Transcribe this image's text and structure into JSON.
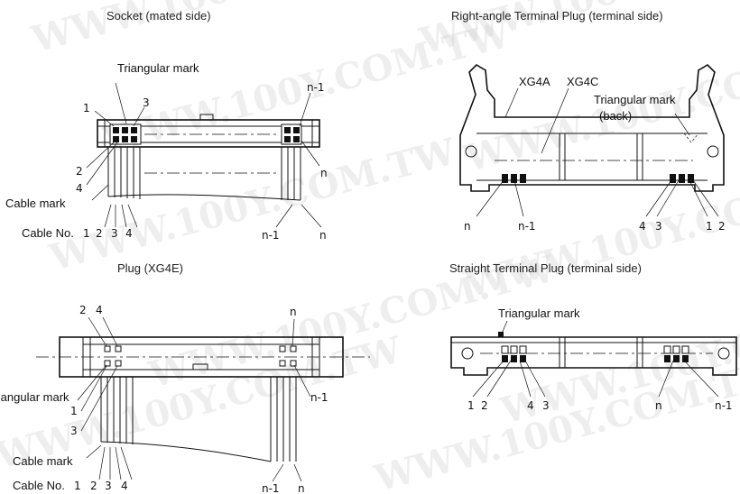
{
  "watermark": {
    "text": "WWW.100Y.COM.TW"
  },
  "panels": {
    "socket": {
      "title": "Socket (mated side)",
      "triangular_mark": "Triangular mark",
      "pin_1": "1",
      "pin_2": "2",
      "pin_3": "3",
      "pin_4": "4",
      "pin_n_minus_1": "n-1",
      "pin_n": "n",
      "cable_mark": "Cable mark",
      "cable_no": "Cable No.",
      "cable_1": "1",
      "cable_2": "2",
      "cable_3": "3",
      "cable_4": "4",
      "cable_n_minus_1": "n-1",
      "cable_n": "n"
    },
    "right_angle": {
      "title": "Right-angle Terminal Plug (terminal side)",
      "model_a": "XG4A",
      "model_c": "XG4C",
      "triangular_mark": "Triangular mark",
      "triangular_mark_note": "(back)",
      "pin_n": "n",
      "pin_n_minus_1": "n-1",
      "pin_4": "4",
      "pin_3": "3",
      "pin_1": "1",
      "pin_2": "2"
    },
    "plug": {
      "title": "Plug (XG4E)",
      "pin_2": "2",
      "pin_4": "4",
      "pin_n": "n",
      "triangular_mark": "Triangular mark",
      "pin_1": "1",
      "pin_3": "3",
      "pin_n_minus_1": "n-1",
      "cable_mark": "Cable mark",
      "cable_no": "Cable No.",
      "cable_1": "1",
      "cable_2": "2",
      "cable_3": "3",
      "cable_4": "4",
      "cable_n_minus_1": "n-1",
      "cable_n": "n"
    },
    "straight": {
      "title": "Straight Terminal Plug (terminal side)",
      "triangular_mark": "Triangular mark",
      "pin_1": "1",
      "pin_2": "2",
      "pin_4": "4",
      "pin_3": "3",
      "pin_n": "n",
      "pin_n_minus_1": "n-1"
    }
  }
}
